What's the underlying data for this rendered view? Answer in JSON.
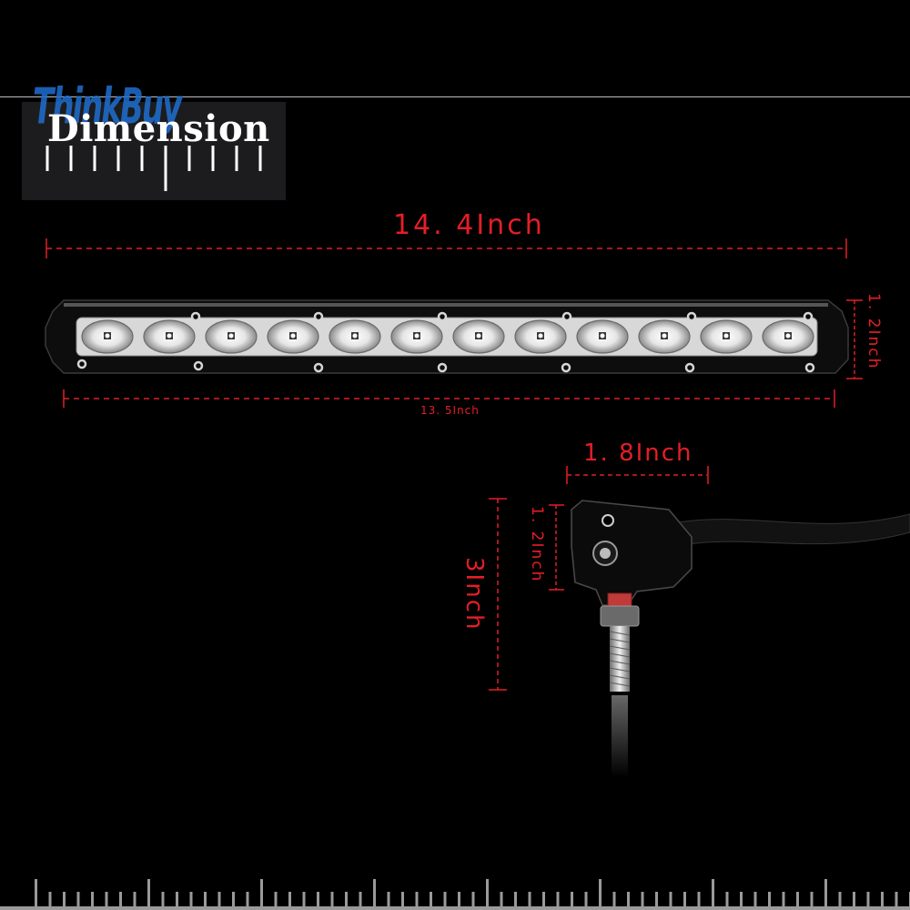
{
  "title": "Dimension",
  "brand_watermark": "ThinkBuy",
  "dimensions": {
    "overall_length": "14. 4Inch",
    "body_length": "13. 5Inch",
    "bar_height": "1. 2Inch",
    "bracket_width": "1. 8Inch",
    "bracket_height": "1. 2Inch",
    "total_height": "3Inch"
  },
  "led_count": 12,
  "colors": {
    "dimension": "#e41e26",
    "background": "#000000",
    "bar_body": "#0d0d0d"
  }
}
